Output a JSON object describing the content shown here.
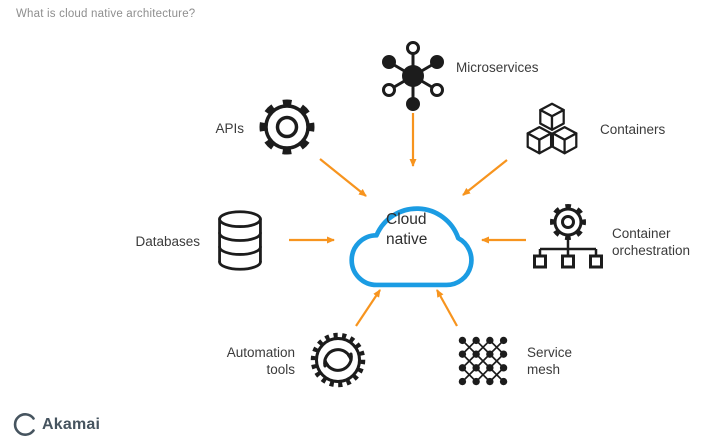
{
  "title": "What is cloud native architecture?",
  "diagram": {
    "center": {
      "label": "Cloud native",
      "icon": "cloud-icon"
    },
    "nodes": [
      {
        "id": "microservices",
        "label": "Microservices",
        "icon": "hub-nodes-icon"
      },
      {
        "id": "apis",
        "label": "APIs",
        "icon": "gear-icon"
      },
      {
        "id": "containers",
        "label": "Containers",
        "icon": "cubes-icon"
      },
      {
        "id": "databases",
        "label": "Databases",
        "icon": "database-icon"
      },
      {
        "id": "container_orchestration",
        "label": "Container orchestration",
        "icon": "gear-tree-icon"
      },
      {
        "id": "automation_tools",
        "label": "Automation tools",
        "icon": "refresh-gear-icon"
      },
      {
        "id": "service_mesh",
        "label": "Service mesh",
        "icon": "mesh-grid-icon"
      }
    ]
  },
  "footer": {
    "logo_text": "Akamai"
  },
  "colors": {
    "arrow": "#f7941e",
    "cloud_stroke": "#1b9ce3",
    "icon_ink": "#1c1c1c",
    "title_text": "#8e8e8e",
    "label_text": "#3b3b3b",
    "logo_text": "#46545f",
    "background": "#ffffff"
  }
}
